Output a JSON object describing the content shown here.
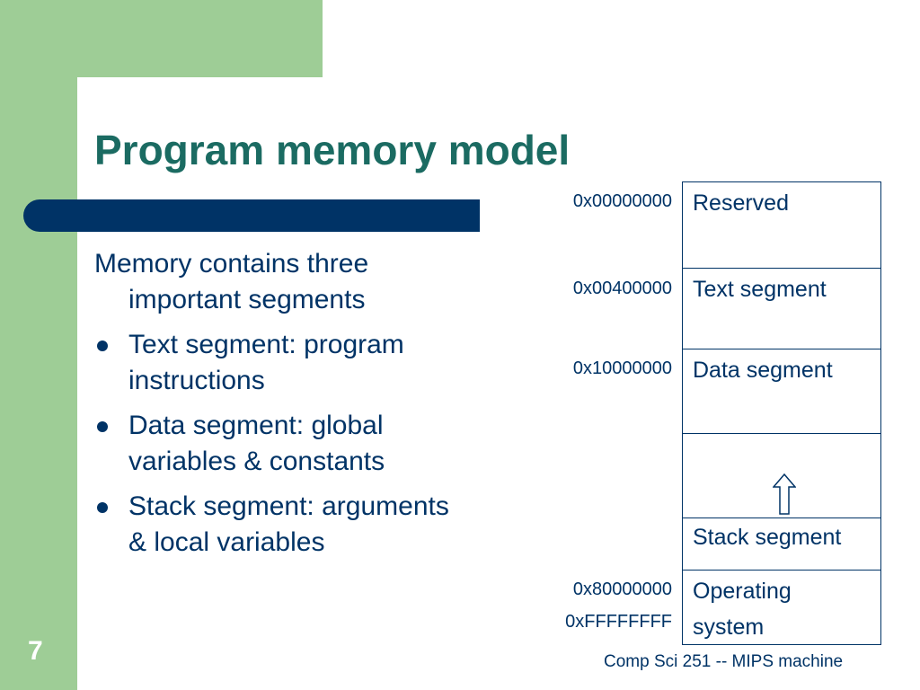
{
  "slide": {
    "title": "Program memory model",
    "intro": "Memory contains three important segments",
    "bullets": [
      "Text segment: program instructions",
      "Data segment: global variables & constants",
      "Stack segment: arguments & local variables"
    ],
    "slide_number": "7",
    "footer": "Comp Sci 251 -- MIPS machine"
  },
  "memory": {
    "segments": {
      "reserved": "Reserved",
      "text": "Text segment",
      "data": "Data segment",
      "stack": "Stack segment",
      "os_line1": "Operating",
      "os_line2": "system"
    },
    "addresses": {
      "a0": "0x00000000",
      "a1": "0x00400000",
      "a2": "0x10000000",
      "a3": "0x80000000",
      "a4": "0xFFFFFFFF"
    }
  },
  "colors": {
    "green": "#9ecd96",
    "navy": "#003366",
    "title": "#1b6b62"
  },
  "icons": {
    "stack_growth": "up-arrow-icon"
  }
}
